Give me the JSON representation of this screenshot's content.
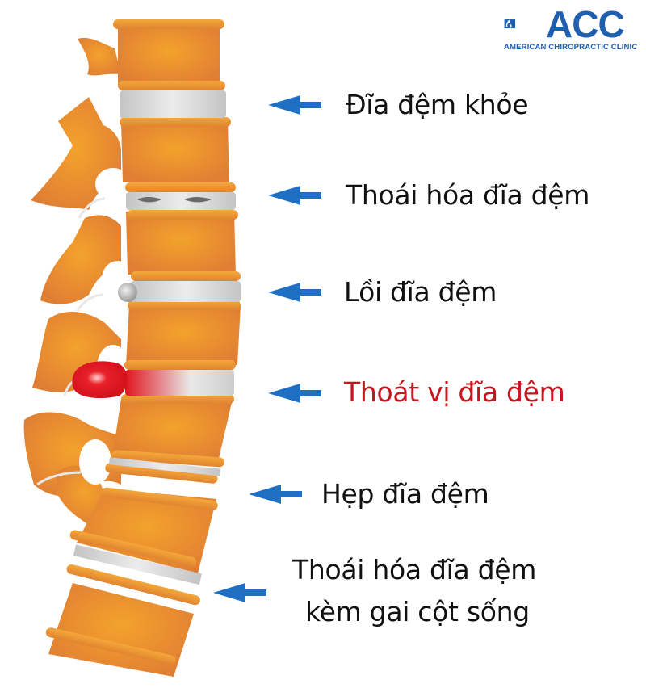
{
  "logo": {
    "brand": "ACC",
    "subtitle": "AMERICAN CHIROPRACTIC CLINIC",
    "color": "#1f5fb0"
  },
  "labels": [
    {
      "id": "healthy",
      "text": "Đĩa đệm khỏe",
      "color": "#111111"
    },
    {
      "id": "degenerated",
      "text": "Thoái hóa đĩa đệm",
      "color": "#111111"
    },
    {
      "id": "bulging",
      "text": "Lồi đĩa đệm",
      "color": "#111111"
    },
    {
      "id": "herniated",
      "text": "Thoát vị đĩa đệm",
      "color": "#c8141e"
    },
    {
      "id": "narrowing",
      "text": "Hẹp đĩa đệm",
      "color": "#111111"
    },
    {
      "id": "degenerated_spur_line1",
      "text": "Thoái hóa đĩa đệm",
      "color": "#111111"
    },
    {
      "id": "degenerated_spur_line2",
      "text": "kèm gai cột sống",
      "color": "#111111"
    }
  ],
  "colors": {
    "arrow": "#1f6fc4",
    "bone": "#e8892e",
    "disc": "#d6d6d6",
    "herniation": "#e0141e"
  }
}
